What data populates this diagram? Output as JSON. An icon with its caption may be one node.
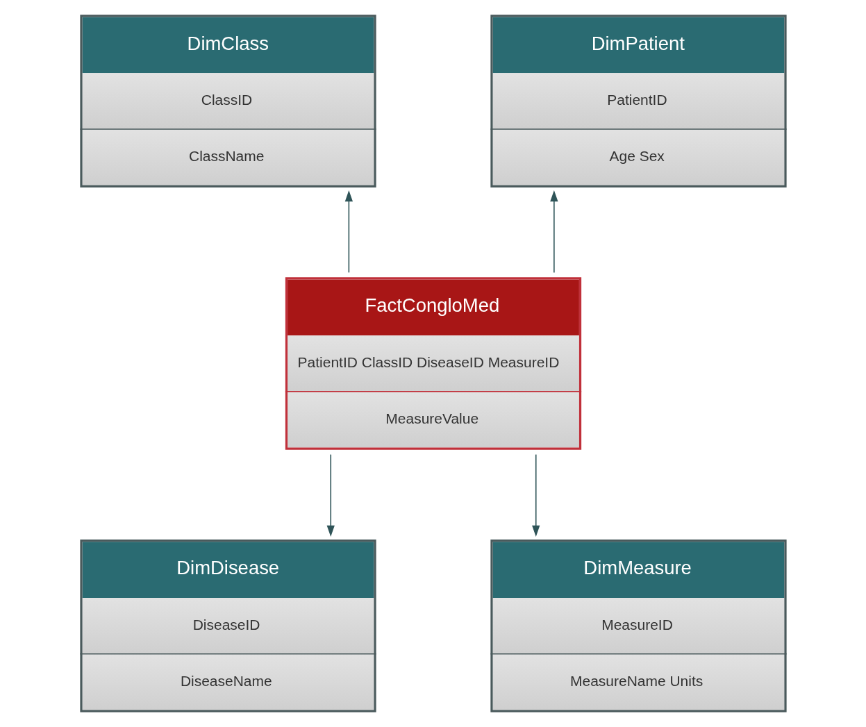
{
  "diagram": {
    "nodes": [
      {
        "text": [
          "DimClass",
          "ClassID",
          "ClassName"
        ]
      },
      {
        "text": [
          "DimPatient",
          "PatientID",
          "Age Sex"
        ]
      },
      {
        "text": [
          "FactCongloMed",
          "PatientID ClassID DiseaseID MeasureID",
          "MeasureValue"
        ]
      },
      {
        "text": [
          "DimDisease",
          "DiseaseID",
          "DiseaseName"
        ]
      },
      {
        "text": [
          "DimMeasure",
          "MeasureID",
          "MeasureName Units"
        ]
      }
    ],
    "edges": [
      {
        "from": 2,
        "to": 0,
        "arrow": "to"
      },
      {
        "from": 2,
        "to": 1,
        "arrow": "to"
      },
      {
        "from": 2,
        "to": 3,
        "arrow": "to"
      },
      {
        "from": 2,
        "to": 4,
        "arrow": "to"
      }
    ]
  }
}
